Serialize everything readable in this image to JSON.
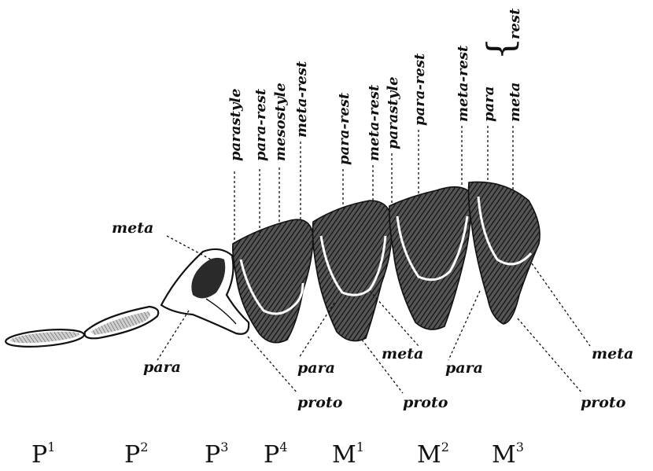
{
  "labels": {
    "meta_left": "meta",
    "para_p3": "para",
    "proto_p4": "proto",
    "para_m1": "para",
    "meta_m1": "meta",
    "proto_m1": "proto",
    "para_m2": "para",
    "meta_m3": "meta",
    "proto_m3": "proto"
  },
  "vertical_labels": {
    "parastyle_p4": "parastyle",
    "para_rest_p4": "para-rest",
    "mesostyle_p4": "mesostyle",
    "meta_rest_p4": "meta-rest",
    "para_rest_m1": "para-rest",
    "meta_rest_m1": "meta-rest",
    "parastyle_m2": "parastyle",
    "para_rest_m2": "para-rest",
    "meta_rest_m2": "meta-rest",
    "para_m3": "para",
    "rest_m3": "rest",
    "meta_m3": "meta"
  },
  "teeth": [
    {
      "base": "P",
      "sup": "1"
    },
    {
      "base": "P",
      "sup": "2"
    },
    {
      "base": "P",
      "sup": "3"
    },
    {
      "base": "P",
      "sup": "4"
    },
    {
      "base": "M",
      "sup": "1"
    },
    {
      "base": "M",
      "sup": "2"
    },
    {
      "base": "M",
      "sup": "3"
    }
  ]
}
